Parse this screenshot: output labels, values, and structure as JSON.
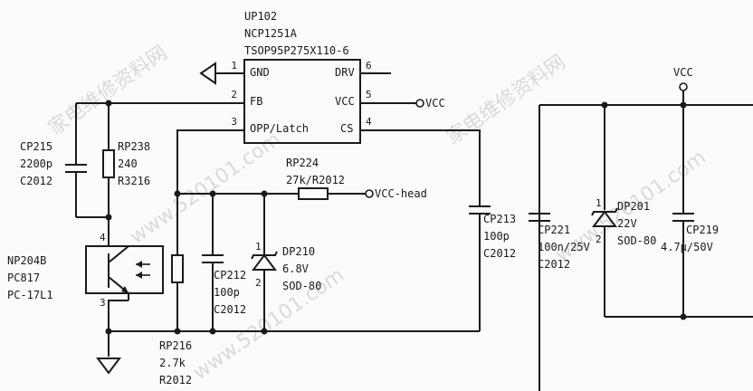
{
  "watermark": {
    "site_cn": "家电维修资料网",
    "site_url": "www.520101.com"
  },
  "ic": {
    "refdes": "UP102",
    "part": "NCP1251A",
    "package": "TSOP95P275X110-6",
    "pins": [
      {
        "num": "1",
        "name": "GND"
      },
      {
        "num": "2",
        "name": "FB"
      },
      {
        "num": "3",
        "name": "OPP/Latch"
      },
      {
        "num": "4",
        "name": "CS"
      },
      {
        "num": "5",
        "name": "VCC"
      },
      {
        "num": "6",
        "name": "DRV"
      }
    ]
  },
  "nets": {
    "vcc_pin": "VCC",
    "vcc_head": "VCC-head",
    "vcc_rail": "VCC"
  },
  "components": {
    "CP215": {
      "ref": "CP215",
      "value": "2200p",
      "package": "C2012"
    },
    "RP238": {
      "ref": "RP238",
      "value": "240",
      "package": "R3216"
    },
    "NP204B": {
      "ref": "NP204B",
      "part": "PC817",
      "variant": "PC-17L1",
      "pin_c": "4",
      "pin_e": "3"
    },
    "RP224": {
      "ref": "RP224",
      "value": "27k/R2012"
    },
    "DP210": {
      "ref": "DP210",
      "value": "6.8V",
      "package": "SOD-80",
      "pin_k": "1",
      "pin_a": "2"
    },
    "CP212": {
      "ref": "CP212",
      "value": "100p",
      "package": "C2012"
    },
    "RP216": {
      "ref": "RP216",
      "value": "2.7k",
      "package": "R2012"
    },
    "CP213": {
      "ref": "CP213",
      "value": "100p",
      "package": "C2012"
    },
    "CP221": {
      "ref": "CP221",
      "value": "100n/25V",
      "package": "C2012"
    },
    "DP201": {
      "ref": "DP201",
      "value": "22V",
      "package": "SOD-80",
      "pin_k": "1",
      "pin_a": "2"
    },
    "CP219": {
      "ref": "CP219",
      "value": "4.7μ/50V"
    }
  }
}
